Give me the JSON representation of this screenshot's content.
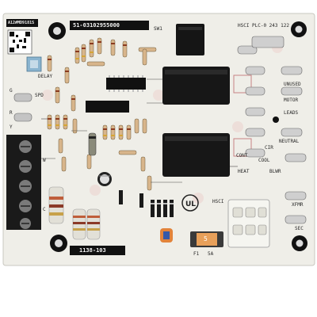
{
  "photo": {
    "description_id": "pcb-control-board",
    "colors": {
      "board": "#efeee8",
      "silk": "#2a2a2a",
      "relay": "#151515",
      "terminal_black": "#1a1a1a",
      "connector_white": "#f5f5f0",
      "fuse_orange": "#e2833a"
    }
  },
  "board": {
    "part_number": "51-03102955000",
    "model_code": "1138-103",
    "top_left_code": "A12#MD9181S",
    "hsci_label": "HSCI",
    "plc_label": "PLC-0 243 122",
    "fuse_label": "F1",
    "fuse_rating": "5A",
    "fuse_value": "5",
    "delay_label": "DELAY",
    "sw_label": "SW1",
    "spd": "SPD",
    "terminals_right": [
      "UNUSED",
      "MOTOR",
      "LEADS",
      "NEUTRAL",
      "CIR",
      "COOL",
      "CONT",
      "HEAT",
      "BLWR",
      "XFMR",
      "SEC"
    ],
    "side_letters": [
      "G",
      "R",
      "Y",
      "W",
      "C"
    ],
    "hsci_bottom": "HSCI"
  }
}
